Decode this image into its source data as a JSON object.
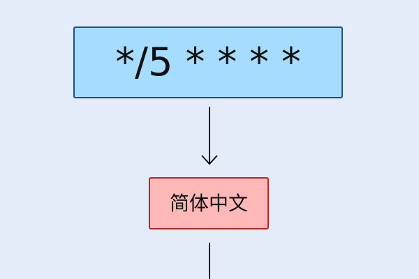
{
  "nodes": {
    "cron": {
      "text": "*/5 * * * *"
    },
    "label": {
      "text": "简体中文"
    }
  },
  "colors": {
    "background": "#e3ecf8",
    "cron_fill": "#a6dcff",
    "cron_border": "#1f4f86",
    "label_fill": "#ffb8b8",
    "label_border": "#b82525",
    "connector": "#111111"
  },
  "edges": [
    {
      "from": "cron",
      "to": "label",
      "style": "arrow"
    },
    {
      "from": "label",
      "to": "offscreen",
      "style": "line"
    }
  ]
}
